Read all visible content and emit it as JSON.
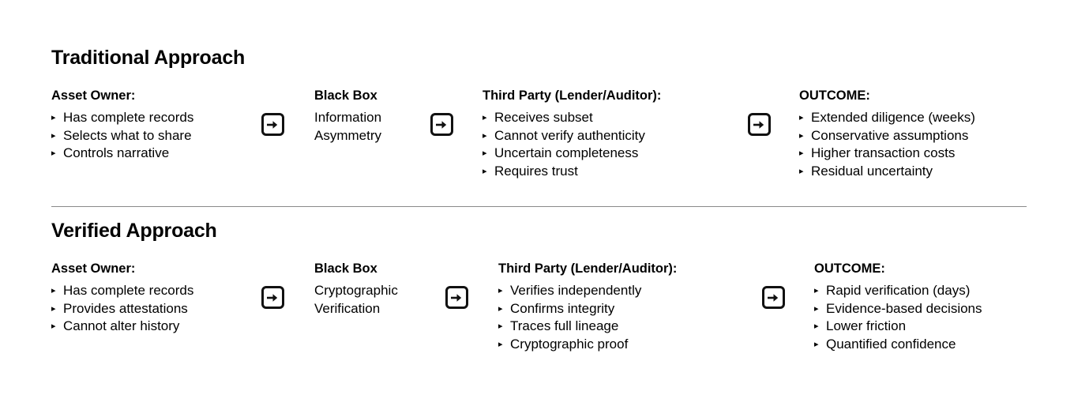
{
  "colors": {
    "background": "#ffffff",
    "text": "#000000",
    "divider": "#8a8a8a",
    "icon_stroke": "#111111"
  },
  "bullet_glyph": "▸",
  "arrow_icon_name": "arrow-right-in-square-icon",
  "sections": [
    {
      "id": "traditional",
      "title": "Traditional Approach",
      "columns": [
        {
          "id": "asset-owner",
          "heading": "Asset Owner:",
          "style": "bulleted",
          "items": [
            "Has complete records",
            "Selects what to share",
            "Controls narrative"
          ]
        },
        {
          "id": "black-box",
          "heading": "Black Box",
          "style": "plain",
          "items": [
            "Information",
            "Asymmetry"
          ]
        },
        {
          "id": "third-party",
          "heading": "Third Party (Lender/Auditor):",
          "style": "bulleted",
          "items": [
            "Receives subset",
            "Cannot verify authenticity",
            "Uncertain completeness",
            "Requires trust"
          ]
        },
        {
          "id": "outcome",
          "heading": "OUTCOME:",
          "style": "bulleted",
          "items": [
            "Extended diligence (weeks)",
            "Conservative assumptions",
            "Higher transaction costs",
            "Residual uncertainty"
          ]
        }
      ]
    },
    {
      "id": "verified",
      "title": "Verified Approach",
      "columns": [
        {
          "id": "asset-owner",
          "heading": "Asset Owner:",
          "style": "bulleted",
          "items": [
            "Has complete records",
            "Provides attestations",
            "Cannot alter history"
          ]
        },
        {
          "id": "black-box",
          "heading": "Black Box",
          "style": "plain",
          "items": [
            "Cryptographic",
            "Verification"
          ]
        },
        {
          "id": "third-party",
          "heading": "Third Party (Lender/Auditor):",
          "style": "bulleted",
          "items": [
            "Verifies independently",
            "Confirms integrity",
            "Traces full lineage",
            "Cryptographic proof"
          ]
        },
        {
          "id": "outcome",
          "heading": "OUTCOME:",
          "style": "bulleted",
          "items": [
            "Rapid verification (days)",
            "Evidence-based decisions",
            "Lower friction",
            "Quantified confidence"
          ]
        }
      ]
    }
  ]
}
